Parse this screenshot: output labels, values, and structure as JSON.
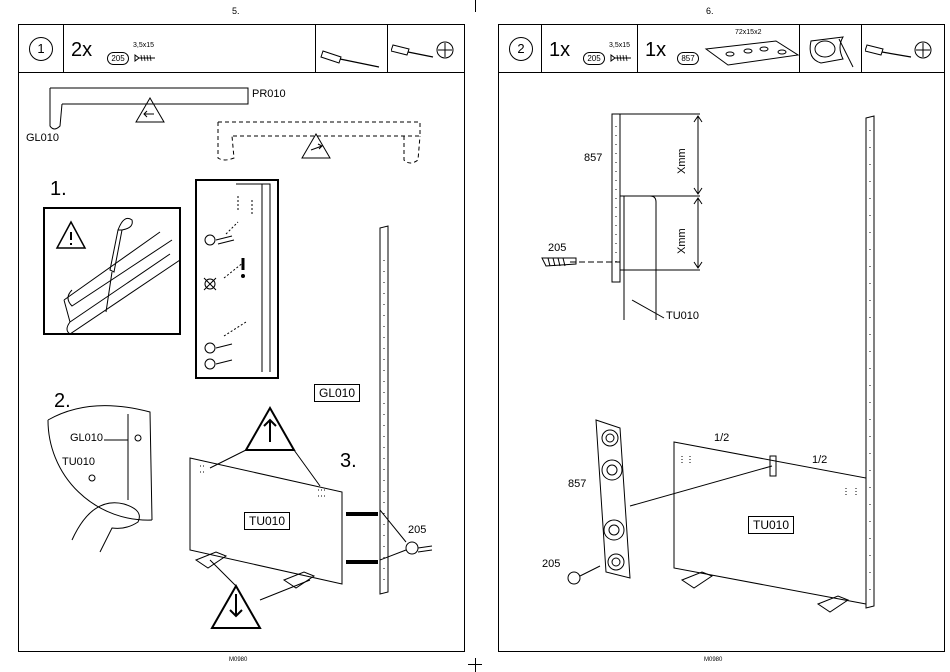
{
  "pages": {
    "left_number": "5.",
    "right_number": "6.",
    "footer_left": "M0980",
    "footer_right": "M0980"
  },
  "step1": {
    "step_number": "1",
    "screw_qty": "2x",
    "screw_code": "205",
    "screw_size": "3,5x15",
    "tools": [
      "screwdriver-icon",
      "phillips-screwdriver-icon"
    ],
    "labels": {
      "pr010": "PR010",
      "gl010_top": "GL010",
      "sub1": "1.",
      "sub2": "2.",
      "sub3": "3.",
      "gl010_detail": "GL010",
      "tu010_detail": "TU010",
      "tu010_panel": "TU010",
      "gl010_panel": "GL010",
      "screw_205": "205"
    }
  },
  "step2": {
    "step_number": "2",
    "screw_qty": "1x",
    "screw_code": "205",
    "screw_size": "3,5x15",
    "plate_qty": "1x",
    "plate_code": "857",
    "plate_size": "72x15x2",
    "tools": [
      "glue-icon",
      "phillips-screwdriver-icon"
    ],
    "labels": {
      "p857_top": "857",
      "xmm_a": "Xmm",
      "xmm_b": "Xmm",
      "screw_205_top": "205",
      "tu010_top": "TU010",
      "half_left": "1/2",
      "half_right": "1/2",
      "p857_bottom": "857",
      "screw_205_bottom": "205",
      "tu010_panel": "TU010"
    }
  }
}
